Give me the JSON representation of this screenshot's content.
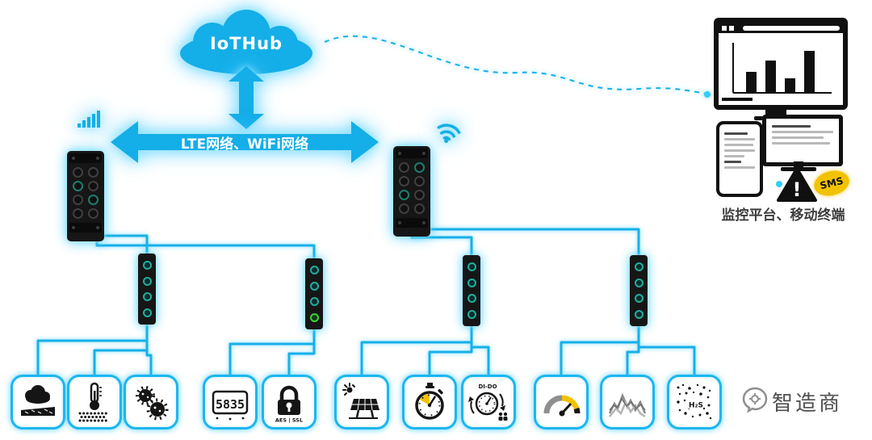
{
  "cloud": {
    "label": "IoTHub"
  },
  "network": {
    "arrow_label": "LTE网络、WiFi网络",
    "signal_icon": "signal-bars-icon",
    "wifi_icon": "wifi-icon"
  },
  "monitoring": {
    "caption": "监控平台、移动终端",
    "sms_label": "SMS",
    "alert_symbol": "!"
  },
  "logo": {
    "label": "智造商"
  },
  "colors": {
    "accent": "#14aee8",
    "glow": "#7fdcff",
    "device_body": "#161616",
    "warning_yellow": "#f2c200"
  },
  "sensors": [
    {
      "name": "emission-cloud-sensor"
    },
    {
      "name": "temperature-humidity-sensor"
    },
    {
      "name": "particle-virus-sensor"
    },
    {
      "name": "digital-meter",
      "text": "5835"
    },
    {
      "name": "encryption-lock",
      "text": "AES | SSL"
    },
    {
      "name": "solar-panel"
    },
    {
      "name": "stopwatch"
    },
    {
      "name": "di-do-timer",
      "text": "DI-DO"
    },
    {
      "name": "gauge"
    },
    {
      "name": "vibration-sensor"
    },
    {
      "name": "h2s-gas-sensor",
      "text": "H₂S"
    }
  ]
}
